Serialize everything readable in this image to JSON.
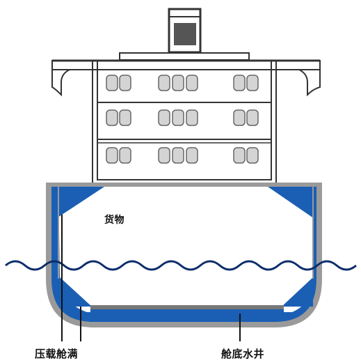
{
  "diagram": {
    "labels": {
      "cargo": "货物",
      "ballast_tank": "压载舱满",
      "bilge_well": "舱底水井"
    },
    "colors": {
      "hull_outline": "#9a9a9a",
      "ballast_blue": "#1a5fb4",
      "structure_line": "#333333",
      "window_fill": "#c8c8c8",
      "funnel_band": "#555555",
      "wave": "#0d2d6b"
    }
  }
}
